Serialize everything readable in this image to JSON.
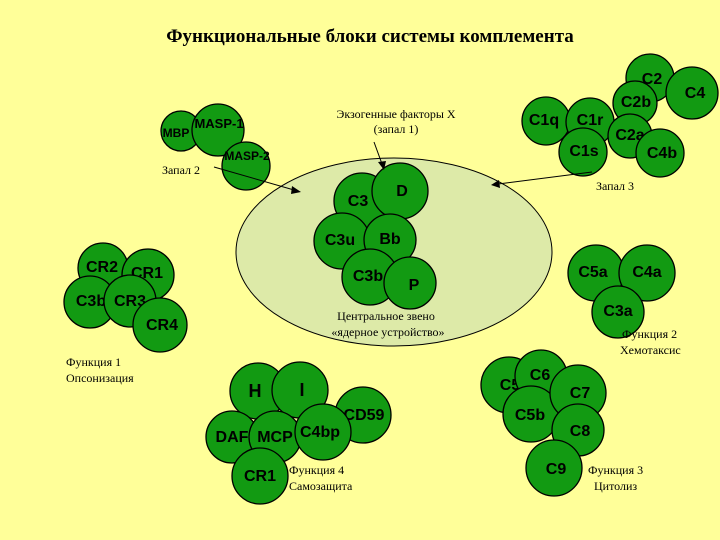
{
  "title": "Функциональные блоки системы комплемента",
  "notes": {
    "exogenous_line1": "Экзогенные факторы X",
    "exogenous_line2": "(запал 1)",
    "zapal2": "Запал 2",
    "zapal3": "Запал 3",
    "center_line1": "Центральное звено",
    "center_line2": "«ядерное устройство»",
    "func1_line1": "Функция 1",
    "func1_line2": "Опсонизация",
    "func2_line1": "Функция 2",
    "func2_line2": "Хемотаксис",
    "func3_line1": "Функция 3",
    "func3_line2": "Цитолиз",
    "func4_line1": "Функция 4",
    "func4_line2": "Самозащита"
  },
  "molecules": [
    {
      "id": "mbp",
      "label": "MBP"
    },
    {
      "id": "masp1",
      "label": "MASP-1"
    },
    {
      "id": "masp2",
      "label": "MASP-2"
    },
    {
      "id": "c1q",
      "label": "C1q"
    },
    {
      "id": "c1r",
      "label": "C1r"
    },
    {
      "id": "c1s",
      "label": "C1s"
    },
    {
      "id": "c2",
      "label": "C2"
    },
    {
      "id": "c2b",
      "label": "C2b"
    },
    {
      "id": "c2a",
      "label": "C2a"
    },
    {
      "id": "c4",
      "label": "C4"
    },
    {
      "id": "c4b",
      "label": "C4b"
    },
    {
      "id": "c3",
      "label": "C3"
    },
    {
      "id": "d",
      "label": "D"
    },
    {
      "id": "c3u",
      "label": "C3u"
    },
    {
      "id": "bb",
      "label": "Bb"
    },
    {
      "id": "c3b",
      "label": "C3b"
    },
    {
      "id": "p",
      "label": "P"
    },
    {
      "id": "cr2",
      "label": "CR2"
    },
    {
      "id": "cr1a",
      "label": "CR1"
    },
    {
      "id": "c3b2",
      "label": "C3b"
    },
    {
      "id": "cr3",
      "label": "CR3"
    },
    {
      "id": "cr4",
      "label": "CR4"
    },
    {
      "id": "c5a",
      "label": "C5a"
    },
    {
      "id": "c4a",
      "label": "C4a"
    },
    {
      "id": "c3a",
      "label": "C3a"
    },
    {
      "id": "h",
      "label": "H"
    },
    {
      "id": "i",
      "label": "I"
    },
    {
      "id": "cd59",
      "label": "CD59"
    },
    {
      "id": "daf",
      "label": "DAF"
    },
    {
      "id": "mcp",
      "label": "MCP"
    },
    {
      "id": "c4bp",
      "label": "C4bp"
    },
    {
      "id": "cr1b",
      "label": "CR1"
    },
    {
      "id": "c5",
      "label": "C5"
    },
    {
      "id": "c6",
      "label": "C6"
    },
    {
      "id": "c5b",
      "label": "C5b"
    },
    {
      "id": "c7",
      "label": "C7"
    },
    {
      "id": "c8",
      "label": "C8"
    },
    {
      "id": "c9",
      "label": "C9"
    }
  ]
}
